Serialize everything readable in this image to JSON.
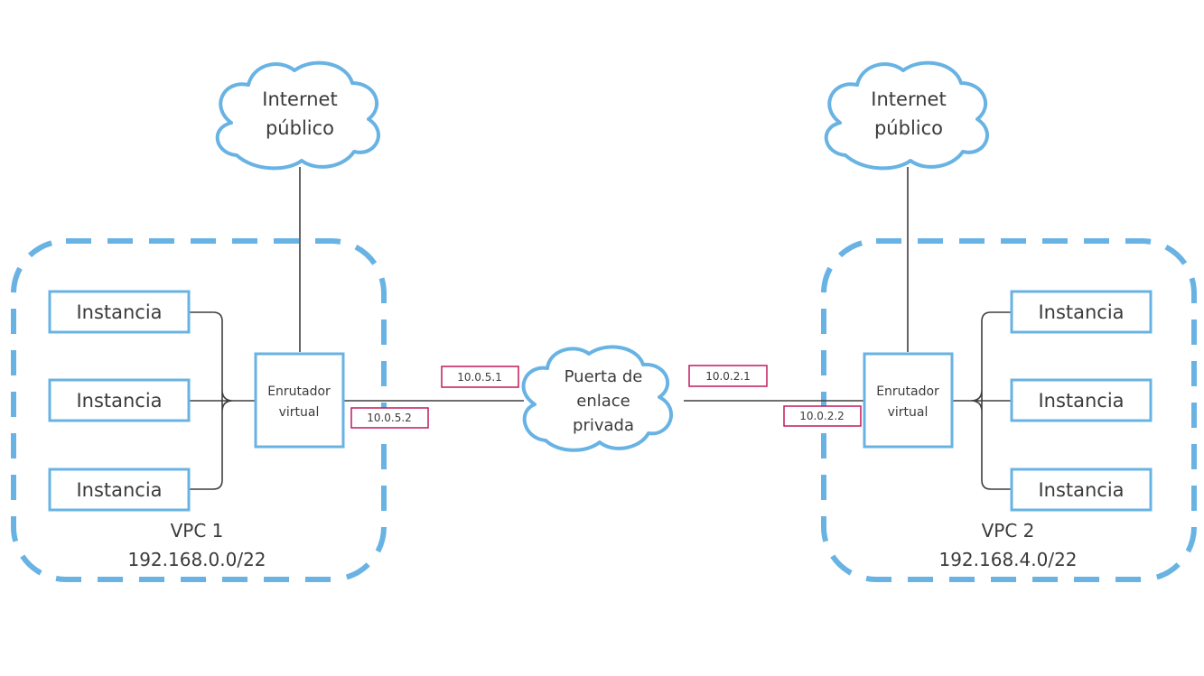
{
  "internet_left": {
    "line1": "Internet",
    "line2": "público"
  },
  "internet_right": {
    "line1": "Internet",
    "line2": "público"
  },
  "gateway": {
    "line1": "Puerta de",
    "line2": "enlace",
    "line3": "privada"
  },
  "vpc1": {
    "name": "VPC 1",
    "cidr": "192.168.0.0/22",
    "router": {
      "line1": "Enrutador",
      "line2": "virtual"
    },
    "instances": [
      "Instancia",
      "Instancia",
      "Instancia"
    ],
    "router_ip": "10.0.5.2",
    "gateway_ip": "10.0.5.1"
  },
  "vpc2": {
    "name": "VPC 2",
    "cidr": "192.168.4.0/22",
    "router": {
      "line1": "Enrutador",
      "line2": "virtual"
    },
    "instances": [
      "Instancia",
      "Instancia",
      "Instancia"
    ],
    "router_ip": "10.0.2.2",
    "gateway_ip": "10.0.2.1"
  },
  "colors": {
    "vpc_border": "#68b3e3",
    "ip_label_border": "#c2185b",
    "connector": "#3f3f3f",
    "text": "#3b3b3b"
  }
}
